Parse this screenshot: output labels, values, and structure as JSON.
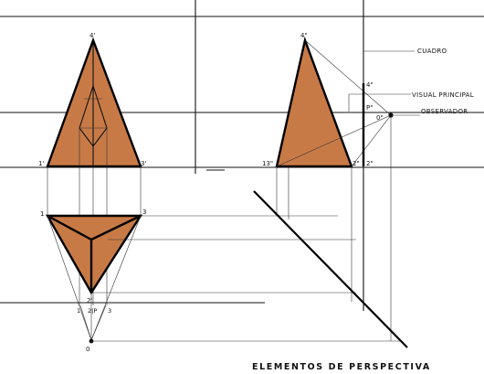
{
  "title": "ELEMENTOS  DE  PERSPECTIVA",
  "colors": {
    "face": "#c87a46",
    "ink": "#111111",
    "background": "#ffffff"
  },
  "side_labels": {
    "cuadro": "CUADRO",
    "visual_principal": "VISUAL PRINCIPAL",
    "observador": "OBSERVADOR"
  },
  "left_elevation_labels": {
    "apex": "4'",
    "left_base": "1'",
    "right_base": "3'"
  },
  "left_plan_labels": {
    "top_left": "1",
    "top_right": "3",
    "bottom": "2'",
    "ground_1": "1",
    "ground_2p": "2|P",
    "ground_3": "3",
    "observer": "0"
  },
  "right_labels": {
    "apex": "4\"",
    "left_base": "13\"",
    "right_base": "2\"",
    "picture_right": "2\"",
    "picture_top": "4\"",
    "principal_point": "P\"",
    "observer": "0\""
  }
}
